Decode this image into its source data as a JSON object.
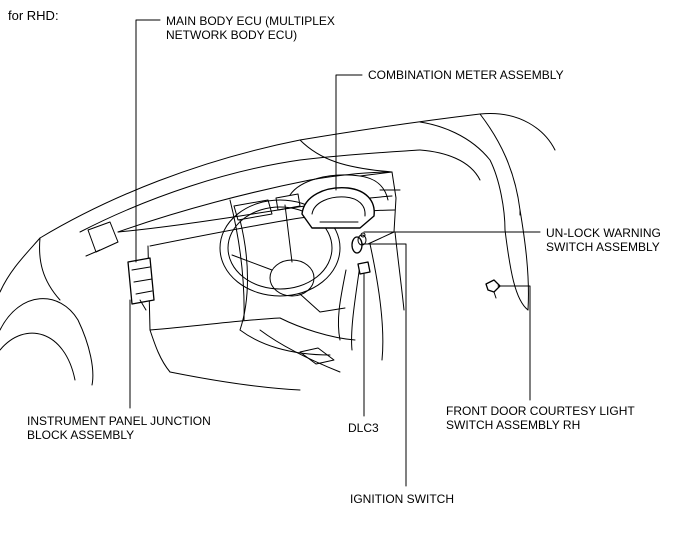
{
  "heading": "for RHD:",
  "labels": {
    "main_body_ecu": [
      "MAIN BODY ECU (MULTIPLEX",
      "NETWORK BODY ECU)"
    ],
    "combination_meter": "COMBINATION METER ASSEMBLY",
    "unlock_warning": [
      "UN-LOCK WARNING",
      "SWITCH ASSEMBLY"
    ],
    "front_door_courtesy": [
      "FRONT DOOR COURTESY LIGHT",
      "SWITCH ASSEMBLY RH"
    ],
    "instrument_panel_jb": [
      "INSTRUMENT PANEL JUNCTION",
      "BLOCK ASSEMBLY"
    ],
    "dlc3": "DLC3",
    "ignition_switch": "IGNITION SWITCH"
  }
}
